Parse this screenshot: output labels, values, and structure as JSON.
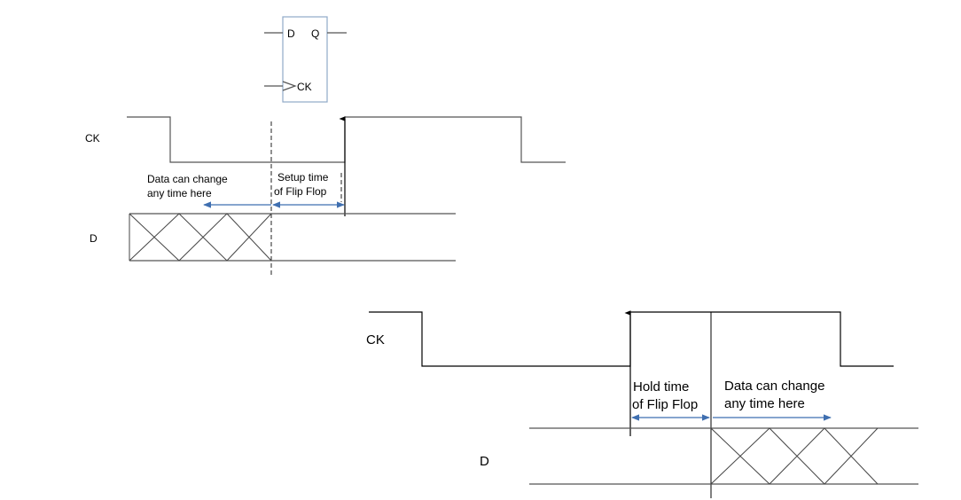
{
  "flipflop": {
    "d_label": "D",
    "q_label": "Q",
    "ck_label": "CK",
    "box_color": "#8fa9c7"
  },
  "setup_diagram": {
    "ck_signal_label": "CK",
    "d_signal_label": "D",
    "note_change_line1": "Data can change",
    "note_change_line2": "any time here",
    "note_setup_line1": "Setup time",
    "note_setup_line2": "of Flip Flop"
  },
  "hold_diagram": {
    "ck_signal_label": "CK",
    "d_signal_label": "D",
    "note_hold_line1": "Hold time",
    "note_hold_line2": "of Flip Flop",
    "note_change_line1": "Data can change",
    "note_change_line2": "any time here"
  },
  "colors": {
    "arrow": "#3f6fb0"
  }
}
